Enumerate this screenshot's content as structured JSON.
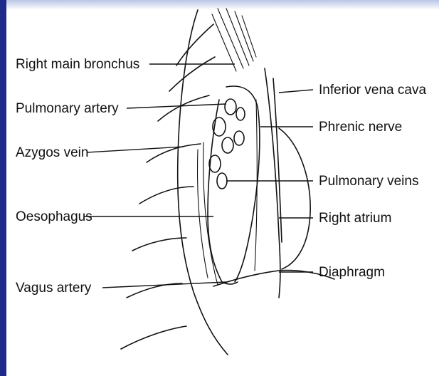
{
  "colors": {
    "frame_left": "#1d2a8a",
    "ink": "#111111",
    "background": "#ffffff"
  },
  "labels": {
    "right_main_bronchus": "Right main bronchus",
    "pulmonary_artery": "Pulmonary artery",
    "azygos_vein": "Azygos vein",
    "oesophagus": "Oesophagus",
    "vagus_artery": "Vagus artery",
    "inferior_vena_cava": "Inferior vena cava",
    "phrenic_nerve": "Phrenic nerve",
    "pulmonary_veins": "Pulmonary veins",
    "right_atrium": "Right atrium",
    "diaphragm": "Diaphragm"
  }
}
